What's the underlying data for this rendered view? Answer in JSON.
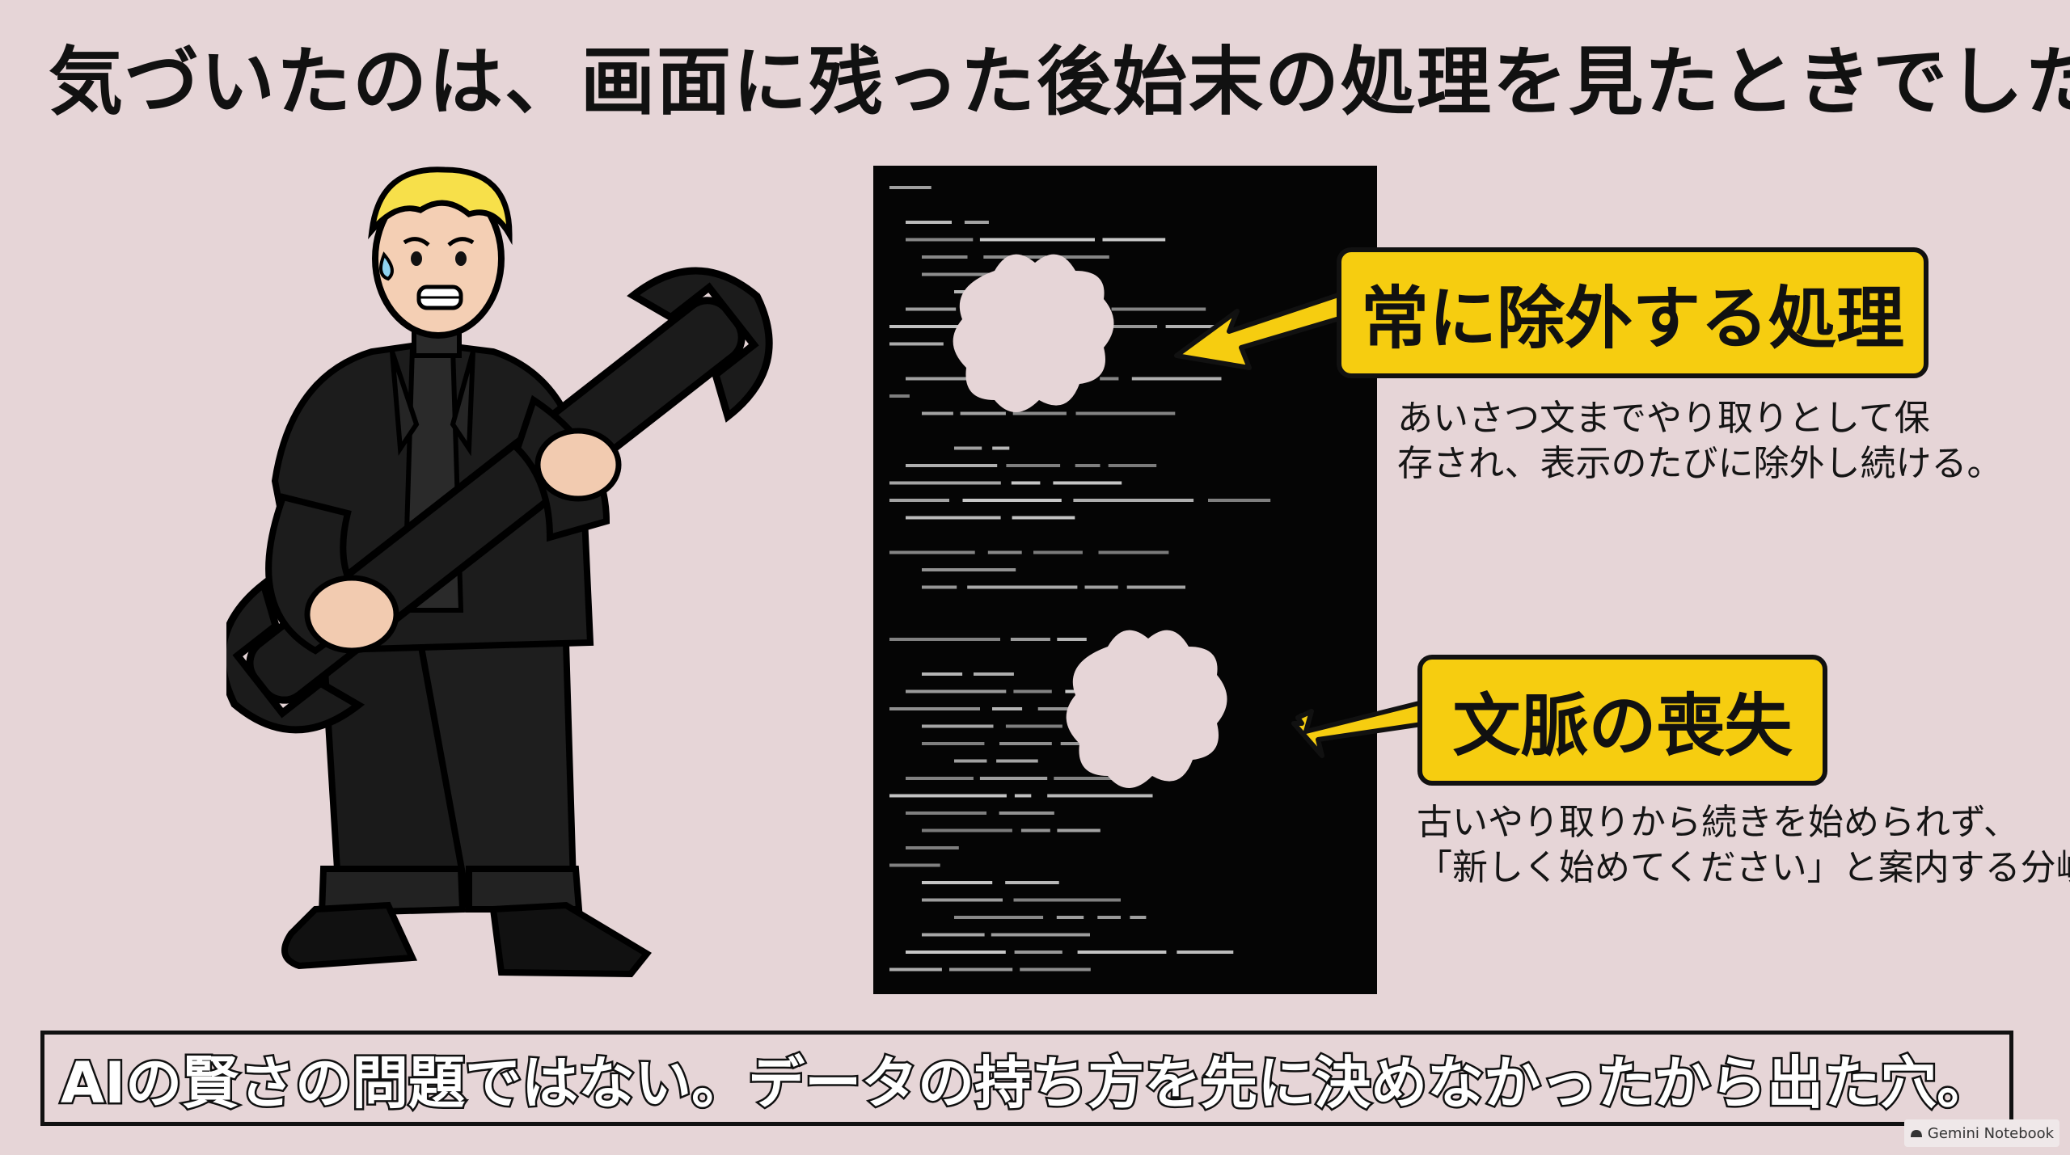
{
  "title": "気づいたのは、画面に残った後始末の処理を見たときでした",
  "callouts": [
    {
      "label": "常に除外する処理",
      "description_lines": [
        "あいさつ文までやり取りとして保",
        "存され、表示のたびに除外し続ける。"
      ]
    },
    {
      "label": "文脈の喪失",
      "description_lines": [
        "古いやり取りから続きを始められず、",
        "「新しく始めてください」と案内する分岐。"
      ]
    }
  ],
  "bottom_caption": "AIの賢さの問題ではない。データの持ち方を先に決めなかったから出た穴。",
  "watermark": "Gemini Notebook",
  "colors": {
    "background": "#e6d5d7",
    "callout_yellow": "#f6cd10",
    "code_panel": "#050505",
    "outline": "#111111"
  }
}
